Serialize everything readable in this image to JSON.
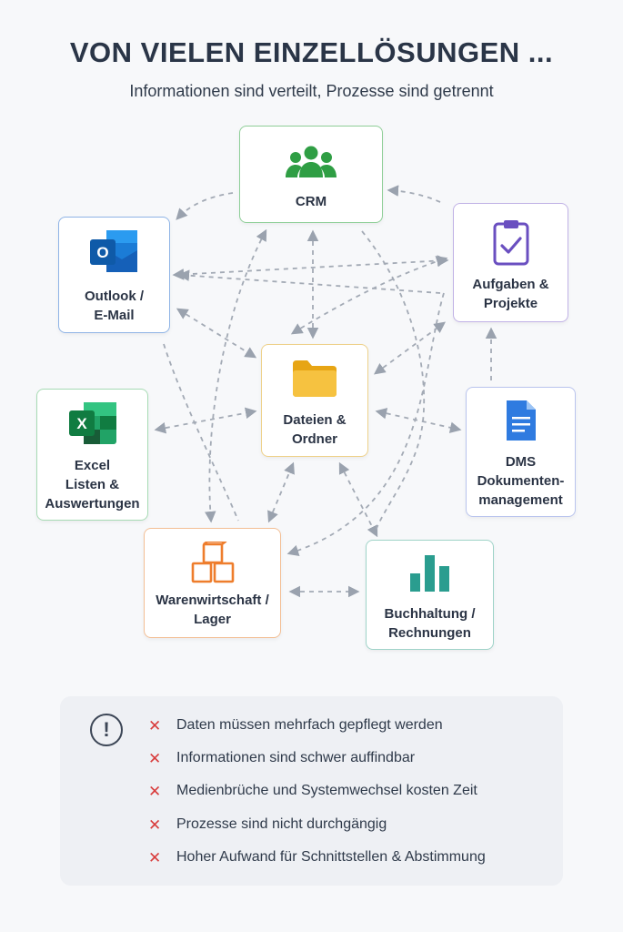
{
  "header": {
    "title": "VON VIELEN EINZELLÖSUNGEN ...",
    "subtitle": "Informationen sind verteilt, Prozesse sind getrennt"
  },
  "nodes": {
    "crm": {
      "lines": [
        "CRM"
      ],
      "icon": "people-icon",
      "color": "#2f9e44"
    },
    "outlook": {
      "lines": [
        "Outlook /",
        "E-Mail"
      ],
      "icon": "outlook-icon",
      "color": "#1e6fd0"
    },
    "aufgaben": {
      "lines": [
        "Aufgaben &",
        "Projekte"
      ],
      "icon": "clipboard-check-icon",
      "color": "#6a4fc0"
    },
    "dateien": {
      "lines": [
        "Dateien &",
        "Ordner"
      ],
      "icon": "folder-icon",
      "color": "#f2b21c"
    },
    "excel": {
      "lines": [
        "Excel",
        "Listen &",
        "Auswertungen"
      ],
      "icon": "excel-icon",
      "color": "#1f7a44"
    },
    "dms": {
      "lines": [
        "DMS",
        "Dokumenten-",
        "management"
      ],
      "icon": "document-icon",
      "color": "#2f7be0"
    },
    "waren": {
      "lines": [
        "Warenwirtschaft /",
        "Lager"
      ],
      "icon": "boxes-icon",
      "color": "#ee7d2c"
    },
    "buch": {
      "lines": [
        "Buchhaltung /",
        "Rechnungen"
      ],
      "icon": "bar-chart-icon",
      "color": "#2a9d8f"
    }
  },
  "issues": {
    "icon": "exclamation-circle-icon",
    "marker": "✕",
    "items": [
      "Daten müssen mehrfach gepflegt werden",
      "Informationen sind schwer auffindbar",
      "Medienbrüche und Systemwechsel kosten Zeit",
      "Prozesse sind nicht durchgängig",
      "Hoher Aufwand für Schnittstellen & Abstimmung"
    ]
  }
}
